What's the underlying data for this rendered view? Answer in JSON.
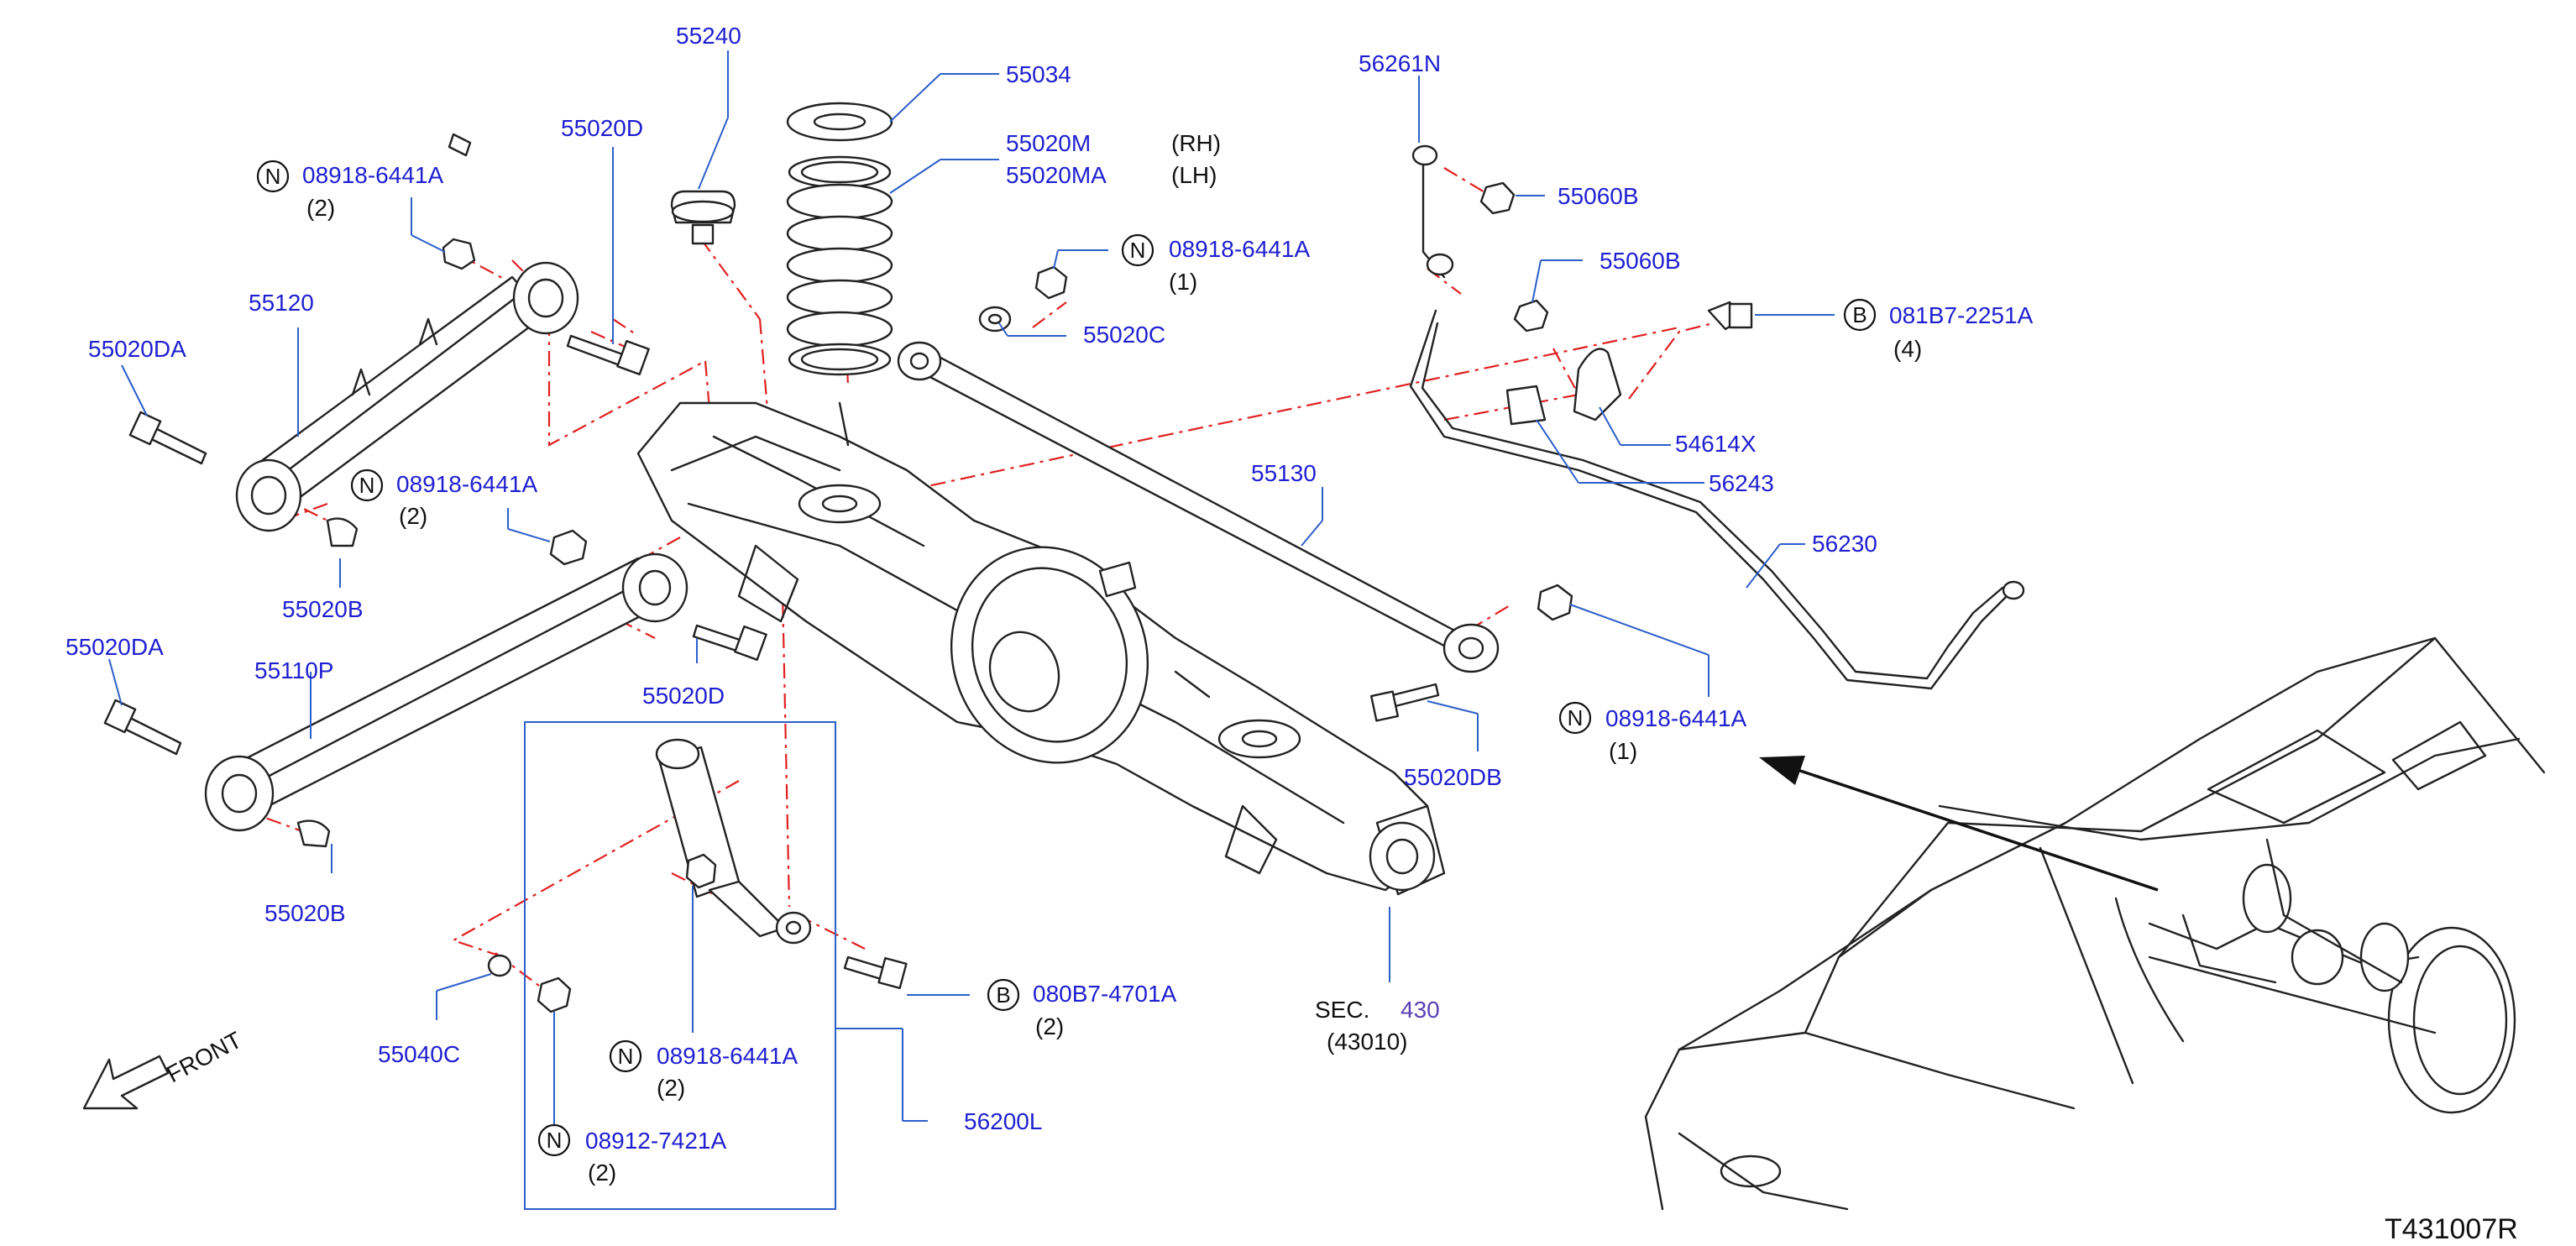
{
  "diagram": {
    "part_labels": {
      "p55240": "55240",
      "p55034": "55034",
      "p55020M": "55020M",
      "rh": "(RH)",
      "p55020MA": "55020MA",
      "lh": "(LH)",
      "p55020D_top": "55020D",
      "n1_code": "08918-6441A",
      "n1_qty": "(2)",
      "p55120": "55120",
      "p55020DA_top": "55020DA",
      "n2_code": "08918-6441A",
      "n2_qty": "(2)",
      "p55020B_top": "55020B",
      "p55020DA_bot": "55020DA",
      "p55110P": "55110P",
      "p55020D_mid": "55020D",
      "p55020B_bot": "55020B",
      "n3_code": "08918-6441A",
      "n3_qty": "(1)",
      "p55020C": "55020C",
      "p56261N": "56261N",
      "p55060B_1": "55060B",
      "p55060B_2": "55060B",
      "b1_code": "081B7-2251A",
      "b1_qty": "(4)",
      "p54614X": "54614X",
      "p56243": "56243",
      "p56230": "56230",
      "p55130": "55130",
      "n4_code": "08918-6441A",
      "n4_qty": "(1)",
      "p55020DB": "55020DB",
      "b2_code": "080B7-4701A",
      "b2_qty": "(2)",
      "sec_text": "SEC.",
      "sec_num": "430",
      "sec_sub": "(43010)",
      "p55040C": "55040C",
      "n5_code": "08918-6441A",
      "n5_qty": "(2)",
      "n6_code": "08912-7421A",
      "n6_qty": "(2)",
      "p56200L": "56200L",
      "front": "FRONT",
      "diagram_id": "T431007R"
    },
    "badges": {
      "n": "N",
      "b": "B"
    },
    "colors": {
      "part_number": "#1f1fd1",
      "leader": "#2d5fc9",
      "centerline": "#e02020",
      "section_ref": "#5a3fb5"
    }
  }
}
